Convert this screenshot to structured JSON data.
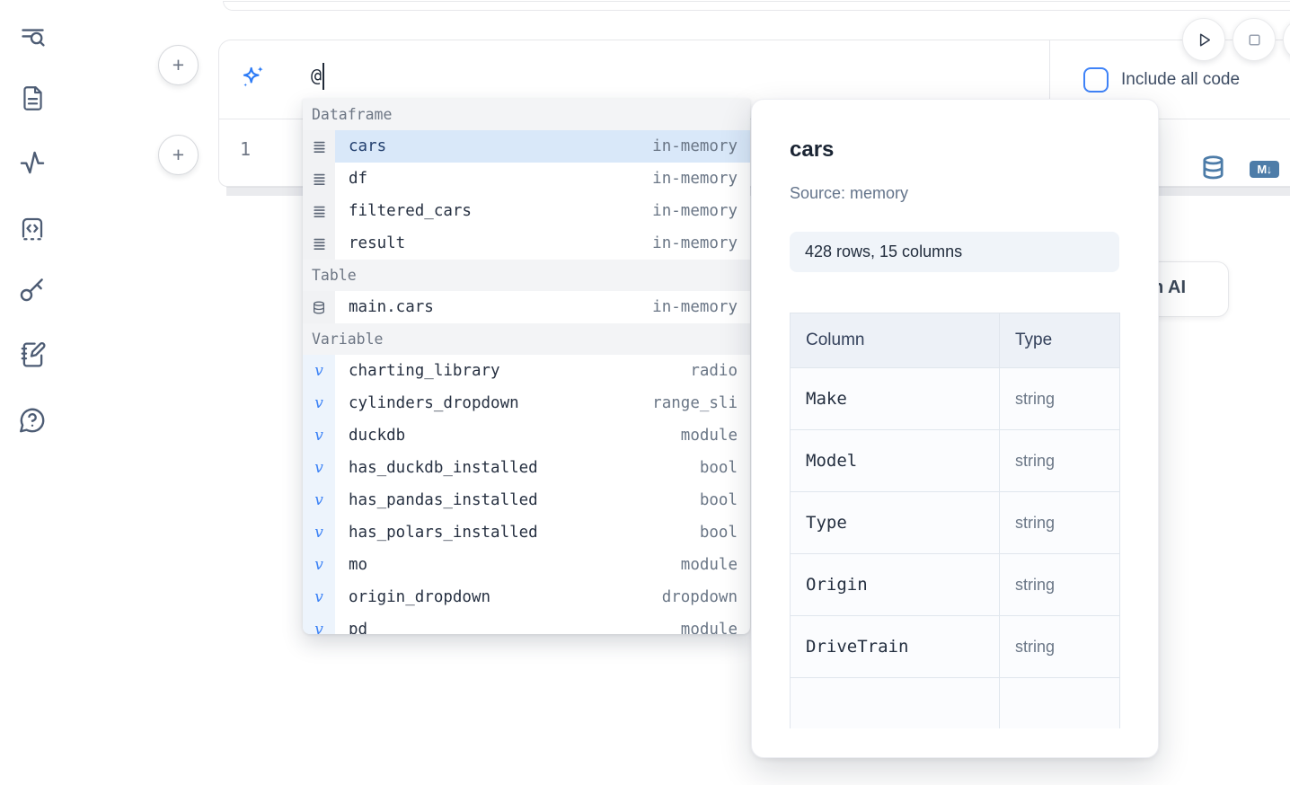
{
  "colors": {
    "accent_blue": "#2e7cf6",
    "steel_blue": "#4d7ca8",
    "selection_highlight": "#d9e8f9",
    "sidebar_icon": "#4d5c74"
  },
  "icons": {
    "plus": "+",
    "markdown_badge": "M↓",
    "variable_glyph": "v"
  },
  "sidebar": {
    "items": [
      {
        "icon": "list-search-icon"
      },
      {
        "icon": "file-icon"
      },
      {
        "icon": "activity-icon"
      },
      {
        "icon": "code-snippet-icon"
      },
      {
        "icon": "key-icon"
      },
      {
        "icon": "scratchpad-icon"
      },
      {
        "icon": "help-chat-icon"
      }
    ]
  },
  "ai_prompt": {
    "value": "@"
  },
  "include_all_code": {
    "label": "Include all code",
    "checked": false
  },
  "code_cell": {
    "line_number": "1"
  },
  "autocomplete": {
    "sections": [
      {
        "label": "Dataframe",
        "icon": "dataframe-icon",
        "items": [
          {
            "name": "cars",
            "type": "in-memory",
            "selected": true
          },
          {
            "name": "df",
            "type": "in-memory"
          },
          {
            "name": "filtered_cars",
            "type": "in-memory"
          },
          {
            "name": "result",
            "type": "in-memory"
          }
        ]
      },
      {
        "label": "Table",
        "icon": "database-icon",
        "items": [
          {
            "name": "main.cars",
            "type": "in-memory"
          }
        ]
      },
      {
        "label": "Variable",
        "icon": "variable-icon",
        "items": [
          {
            "name": "charting_library",
            "type": "radio"
          },
          {
            "name": "cylinders_dropdown",
            "type": "range_sli"
          },
          {
            "name": "duckdb",
            "type": "module"
          },
          {
            "name": "has_duckdb_installed",
            "type": "bool"
          },
          {
            "name": "has_pandas_installed",
            "type": "bool"
          },
          {
            "name": "has_polars_installed",
            "type": "bool"
          },
          {
            "name": "mo",
            "type": "module"
          },
          {
            "name": "origin_dropdown",
            "type": "dropdown"
          },
          {
            "name": "pd",
            "type": "module"
          }
        ]
      }
    ]
  },
  "preview": {
    "title": "cars",
    "source_label": "Source: memory",
    "shape_label": "428 rows, 15 columns",
    "table": {
      "headers": [
        "Column",
        "Type"
      ],
      "rows": [
        [
          "Make",
          "string"
        ],
        [
          "Model",
          "string"
        ],
        [
          "Type",
          "string"
        ],
        [
          "Origin",
          "string"
        ],
        [
          "DriveTrain",
          "string"
        ],
        [
          "",
          ""
        ]
      ]
    }
  },
  "generate_ai_button": {
    "visible_label": "h AI"
  }
}
